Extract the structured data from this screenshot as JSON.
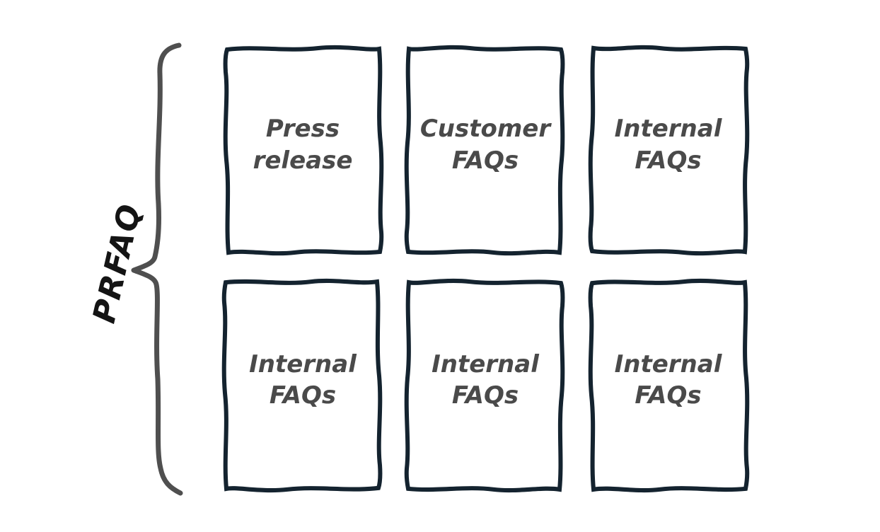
{
  "diagram": {
    "group_label": "PRFAQ",
    "colors": {
      "card_border": "#14232f",
      "card_label": "#4a4a4a",
      "brace": "#4f4f4f",
      "group_label": "#141414",
      "background": "#ffffff"
    },
    "cards": [
      {
        "label": "Press release"
      },
      {
        "label": "Customer FAQs"
      },
      {
        "label": "Internal FAQs"
      },
      {
        "label": "Internal FAQs"
      },
      {
        "label": "Internal FAQs"
      },
      {
        "label": "Internal FAQs"
      }
    ]
  }
}
